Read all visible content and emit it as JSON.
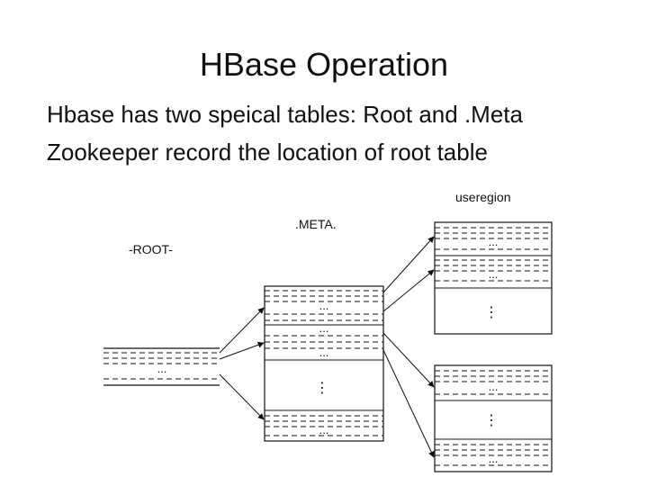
{
  "slide": {
    "title": "HBase Operation",
    "bullets": [
      "Hbase has two speical tables: Root and .Meta",
      "Zookeeper record the location of root table"
    ]
  },
  "diagram": {
    "labels": {
      "user_region": "useregion",
      "meta": ".META.",
      "root": "-ROOT-"
    },
    "cell_marker": "...",
    "ellipsis_marker": "⋮"
  },
  "colors": {
    "background": "#ffffff",
    "ink": "#111111"
  }
}
